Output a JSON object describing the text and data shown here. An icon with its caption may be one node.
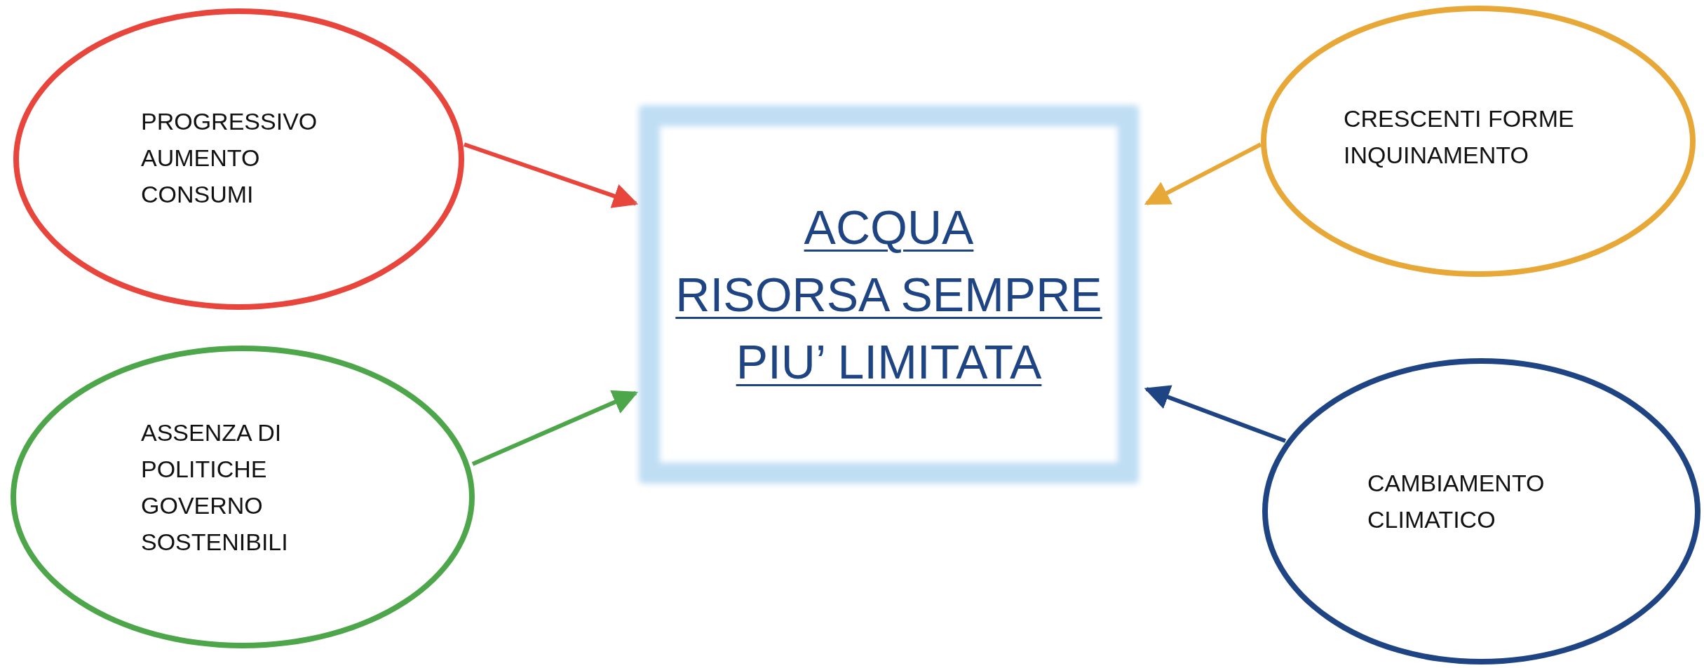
{
  "diagram": {
    "nodes": [
      {
        "text": [
          "ACQUA",
          "RISORSA SEMPRE",
          "PIU’ LIMITATA"
        ]
      },
      {
        "text": [
          "PROGRESSIVO AUMENTO CONSUMI"
        ]
      },
      {
        "text": [
          "CRESCENTI FORME INQUINAMENTO"
        ]
      },
      {
        "text": [
          "ASSENZA DI POLITICHE GOVERNO SOSTENIBILI"
        ]
      },
      {
        "text": [
          "CAMBIAMENTO CLIMATICO"
        ]
      }
    ],
    "edges": [
      {
        "from": 1,
        "to": 0,
        "arrow": "to",
        "color": "#e8453c"
      },
      {
        "from": 2,
        "to": 0,
        "arrow": "to",
        "color": "#e8a838"
      },
      {
        "from": 3,
        "to": 0,
        "arrow": "to",
        "color": "#4ea64a"
      },
      {
        "from": 4,
        "to": 0,
        "arrow": "to",
        "color": "#1f4483"
      }
    ]
  }
}
